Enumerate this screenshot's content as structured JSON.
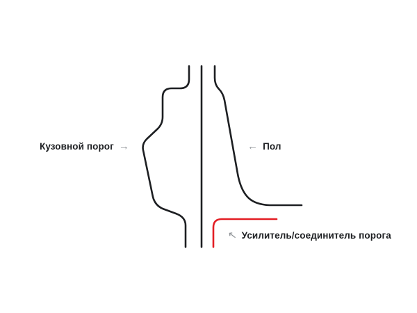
{
  "diagram": {
    "title": "Sill and floor cross-section diagram",
    "labels": {
      "sill": {
        "text": "Кузовной порог",
        "arrow": "→"
      },
      "floor": {
        "text": "Пол",
        "arrow": "←"
      },
      "reinforcement": {
        "text": "Усилитель/соединитель порога",
        "arrow": "↖"
      }
    },
    "parts": [
      {
        "name": "sill-profile",
        "color": "dark"
      },
      {
        "name": "center-panel",
        "color": "dark"
      },
      {
        "name": "floor-profile",
        "color": "dark"
      },
      {
        "name": "reinforcement-connector",
        "color": "red"
      }
    ]
  },
  "colors": {
    "line": "#1d1f22",
    "accent": "#e31e24",
    "text": "#1d1f22",
    "arrow": "#8f9397",
    "background": "#ffffff"
  }
}
